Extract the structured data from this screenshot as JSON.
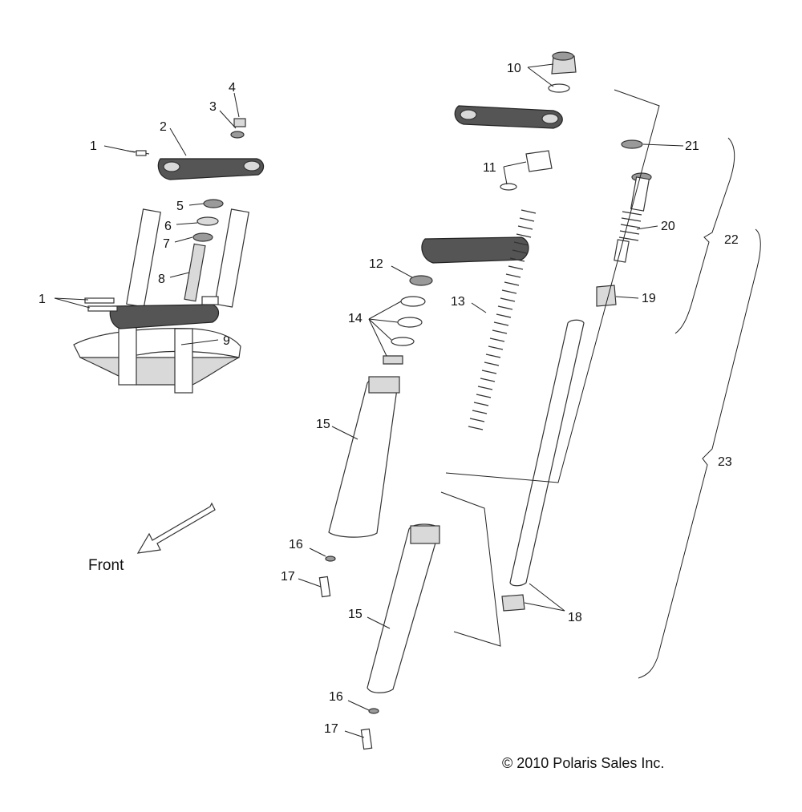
{
  "diagram": {
    "front_label": "Front",
    "copyright": "© 2010 Polaris Sales Inc.",
    "callouts": {
      "c1a": "1",
      "c1b": "1",
      "c2": "2",
      "c3": "3",
      "c4": "4",
      "c5": "5",
      "c6": "6",
      "c7": "7",
      "c8": "8",
      "c9": "9",
      "c10": "10",
      "c11": "11",
      "c12": "12",
      "c13": "13",
      "c14": "14",
      "c15a": "15",
      "c15b": "15",
      "c16a": "16",
      "c16b": "16",
      "c17a": "17",
      "c17b": "17",
      "c18": "18",
      "c19": "19",
      "c20": "20",
      "c21": "21",
      "c22": "22",
      "c23": "23"
    }
  }
}
